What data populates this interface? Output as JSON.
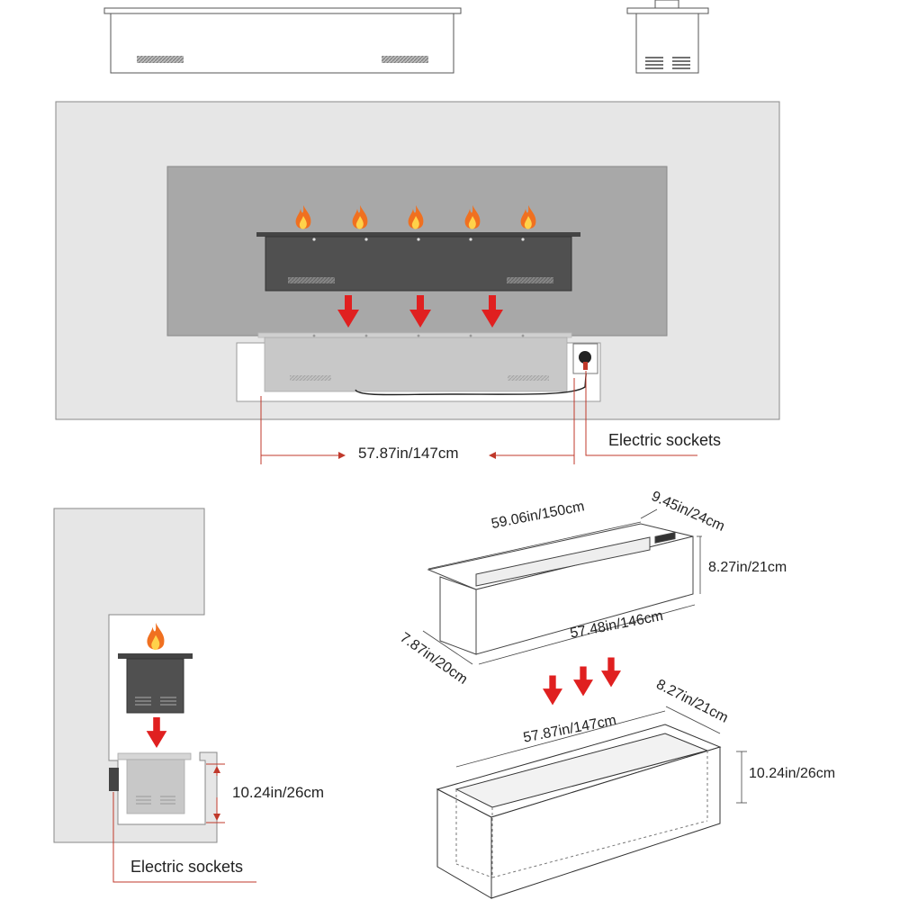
{
  "labels": {
    "front_width": "57.87in/147cm",
    "sockets_top": "Electric sockets",
    "sockets_bottom": "Electric sockets",
    "side_height": "10.24in/26cm",
    "burner_length": "59.06in/150cm",
    "burner_depth": "9.45in/24cm",
    "burner_height": "8.27in/21cm",
    "burner_inner_length": "57.48in/146cm",
    "burner_side_depth": "7.87in/20cm",
    "box_length": "57.87in/147cm",
    "box_depth": "8.27in/21cm",
    "box_height": "10.24in/26cm"
  },
  "colors": {
    "wall": "#e6e6e6",
    "opening": "#a8a8a8",
    "burner": "#505050",
    "arrow": "#e02020",
    "dimension_line": "#c0392b",
    "flame_outer": "#f07020",
    "flame_inner": "#ffd24a"
  },
  "icons": [
    "flame-icon",
    "down-arrow-icon",
    "socket-icon"
  ]
}
